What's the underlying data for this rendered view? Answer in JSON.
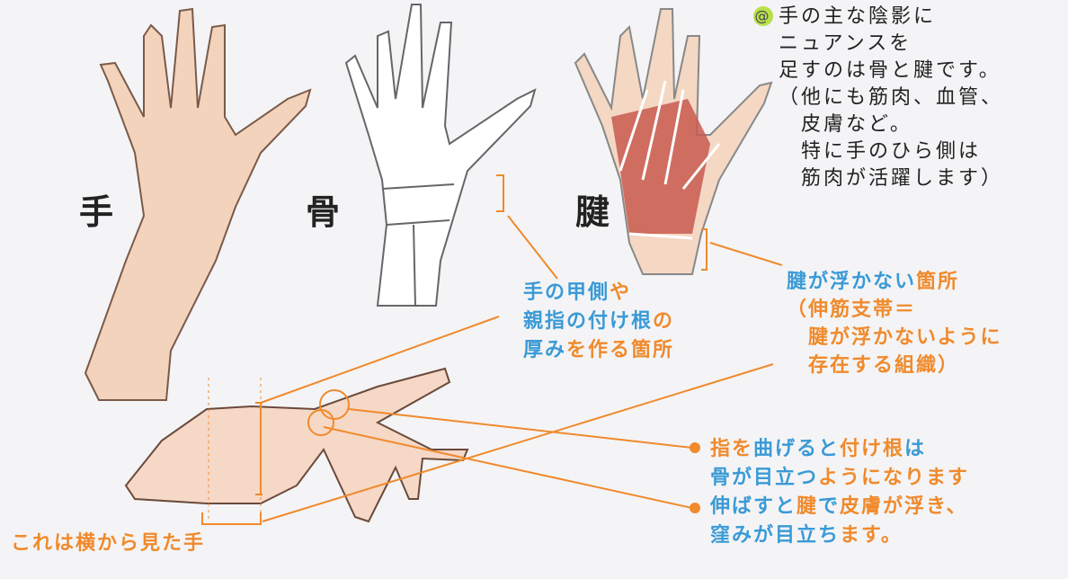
{
  "titles": {
    "hand": "手",
    "bone": "骨",
    "tendon": "腱"
  },
  "colors": {
    "orange": "#f08a2c",
    "blue": "#3a9ad6",
    "at_badge": "#b8e04a"
  },
  "note": {
    "badge": "@",
    "lines": [
      "手の主な陰影に",
      "ニュアンスを",
      "足すのは骨と腱です。",
      "（他にも筋肉、血管、",
      "　皮膚など。",
      "　特に手のひら側は",
      "　筋肉が活躍します）"
    ]
  },
  "labels": {
    "thickness": [
      [
        {
          "t": "手の甲側",
          "c": "b"
        },
        {
          "t": "や",
          "c": "o"
        }
      ],
      [
        {
          "t": "親指の付け根",
          "c": "b"
        },
        {
          "t": "の",
          "c": "o"
        }
      ],
      [
        {
          "t": "厚み",
          "c": "b"
        },
        {
          "t": "を作る箇所",
          "c": "o"
        }
      ]
    ],
    "retinaculum": [
      [
        {
          "t": "腱が浮かない",
          "c": "b"
        },
        {
          "t": "箇所",
          "c": "o"
        }
      ],
      [
        {
          "t": "（伸筋支帯＝",
          "c": "o"
        }
      ],
      [
        {
          "t": "　腱が浮かないように",
          "c": "o"
        }
      ],
      [
        {
          "t": "　存在する組織）",
          "c": "o"
        }
      ]
    ],
    "bend": [
      [
        {
          "t": "指を",
          "c": "o"
        },
        {
          "t": "曲げると",
          "c": "b"
        },
        {
          "t": "付け根",
          "c": "o"
        },
        {
          "t": "は",
          "c": "b"
        }
      ],
      [
        {
          "t": "骨が目立つ",
          "c": "b"
        },
        {
          "t": "ようになります",
          "c": "o"
        }
      ],
      [
        {
          "t": "伸ばすと",
          "c": "b"
        },
        {
          "t": "腱",
          "c": "o"
        },
        {
          "t": "で",
          "c": "b"
        },
        {
          "t": "皮膚が浮き、",
          "c": "o"
        }
      ],
      [
        {
          "t": "窪みが目立ち",
          "c": "b"
        },
        {
          "t": "ます。",
          "c": "o"
        }
      ]
    ],
    "side_view": "これは横から見た手"
  }
}
